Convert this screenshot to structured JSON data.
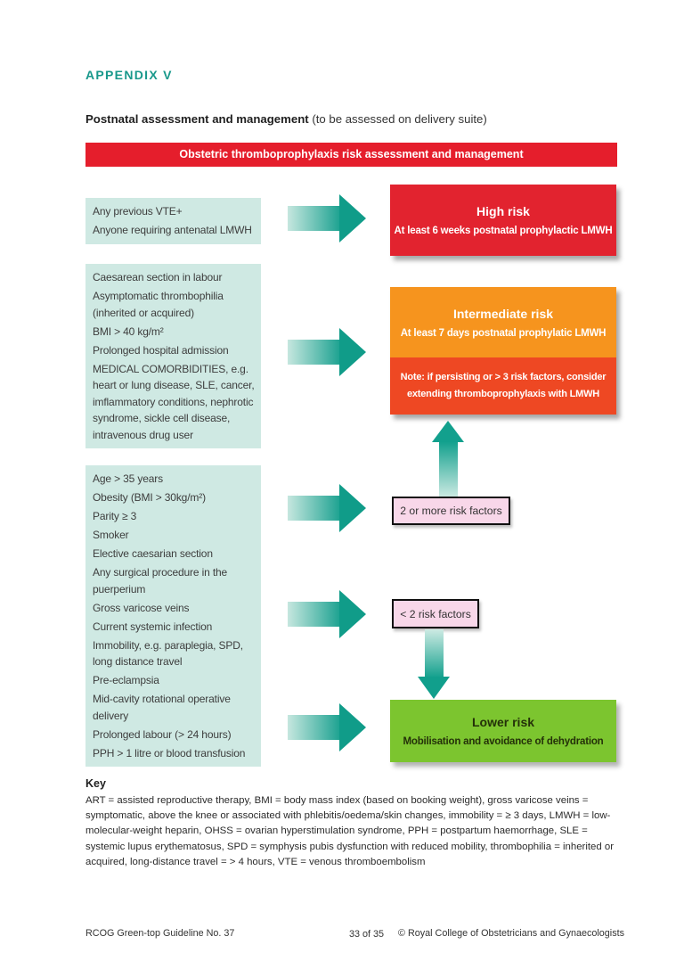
{
  "page": {
    "appendix": "APPENDIX V",
    "subtitle_bold": "Postnatal assessment and management",
    "subtitle_rest": " (to be assessed on delivery suite)"
  },
  "banner": {
    "title": "Obstetric thromboprophylaxis risk assessment and management"
  },
  "colors": {
    "teal_heading": "#18988b",
    "banner_red": "#e51e2c",
    "criteria_box_bg": "#cfe9e3",
    "high_risk_red": "#e2232f",
    "intermediate_orange": "#f6941e",
    "note_red": "#ee4823",
    "pink_box_bg": "#f8d7e9",
    "lower_risk_green": "#7cc52f",
    "arrow_teal": "#109c89"
  },
  "flowchart": {
    "box1": {
      "items": [
        "Any previous VTE+",
        "Anyone requiring antenatal LMWH"
      ]
    },
    "box2": {
      "items": [
        "Caesarean section in labour",
        "Asymptomatic thrombophilia (inherited or acquired)",
        "BMI > 40 kg/m²",
        "Prolonged hospital admission",
        "MEDICAL COMORBIDITIES, e.g. heart or lung disease, SLE, cancer, imflammatory conditions, nephrotic syndrome, sickle cell disease, intravenous drug user"
      ]
    },
    "box3": {
      "items": [
        "Age > 35 years",
        "Obesity (BMI > 30kg/m²)",
        "Parity ≥ 3",
        "Smoker",
        "Elective caesarian section",
        "Any surgical procedure in the puerperium",
        "Gross varicose veins",
        "Current systemic infection",
        "Immobility, e.g. paraplegia, SPD, long distance travel",
        "Pre-eclampsia",
        "Mid-cavity rotational operative delivery",
        "Prolonged labour (> 24 hours)",
        "PPH > 1 litre or blood transfusion"
      ]
    },
    "high_risk": {
      "title": "High risk",
      "subtitle": "At least 6 weeks postnatal prophylactic LMWH"
    },
    "intermediate": {
      "title": "Intermediate risk",
      "subtitle": "At least 7 days postnatal prophylatic LMWH"
    },
    "note": {
      "text": "Note: if persisting or > 3 risk factors, consider\nextending thromboprophylaxis with LMWH"
    },
    "pink1": {
      "label": "2 or more risk factors"
    },
    "pink2": {
      "label": "< 2 risk factors"
    },
    "lower_risk": {
      "title": "Lower risk",
      "subtitle": "Mobilisation and avoidance of dehydration"
    }
  },
  "key": {
    "heading": "Key",
    "text": "ART = assisted reproductive therapy, BMI = body mass index (based on booking weight), gross varicose veins = symptomatic, above the knee or associated with phlebitis/oedema/skin changes, immobility = ≥ 3 days, LMWH = low-molecular-weight heparin, OHSS = ovarian hyperstimulation syndrome, PPH = postpartum haemorrhage, SLE = systemic lupus erythematosus, SPD = symphysis pubis dysfunction with reduced mobility, thrombophilia = inherited or acquired, long-distance travel = > 4 hours, VTE = venous thromboembolism"
  },
  "footer": {
    "left": "RCOG Green-top Guideline No. 37",
    "center": "33 of 35",
    "right": "© Royal College of Obstetricians and Gynaecologists"
  }
}
